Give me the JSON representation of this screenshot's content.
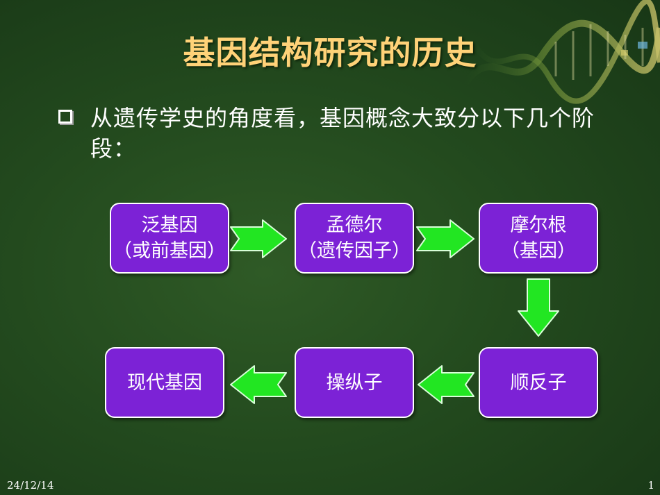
{
  "slide": {
    "title": "基因结构研究的历史",
    "bullet": "从遗传学史的角度看，基因概念大致分以下几个阶段：",
    "footer_date": "24/12/14",
    "page_number": "1"
  },
  "flow": {
    "nodes": [
      {
        "line1": "泛基因",
        "line2": "（或前基因）"
      },
      {
        "line1": "孟德尔",
        "line2": "（遗传因子）"
      },
      {
        "line1": "摩尔根",
        "line2": "（基因）"
      },
      {
        "line1": "顺反子",
        "line2": ""
      },
      {
        "line1": "操纵子",
        "line2": ""
      },
      {
        "line1": "现代基因",
        "line2": ""
      }
    ]
  },
  "colors": {
    "background": "#234a1e",
    "title": "#ffd278",
    "node_fill": "#7c22d6",
    "arrow_fill": "#22e622"
  }
}
